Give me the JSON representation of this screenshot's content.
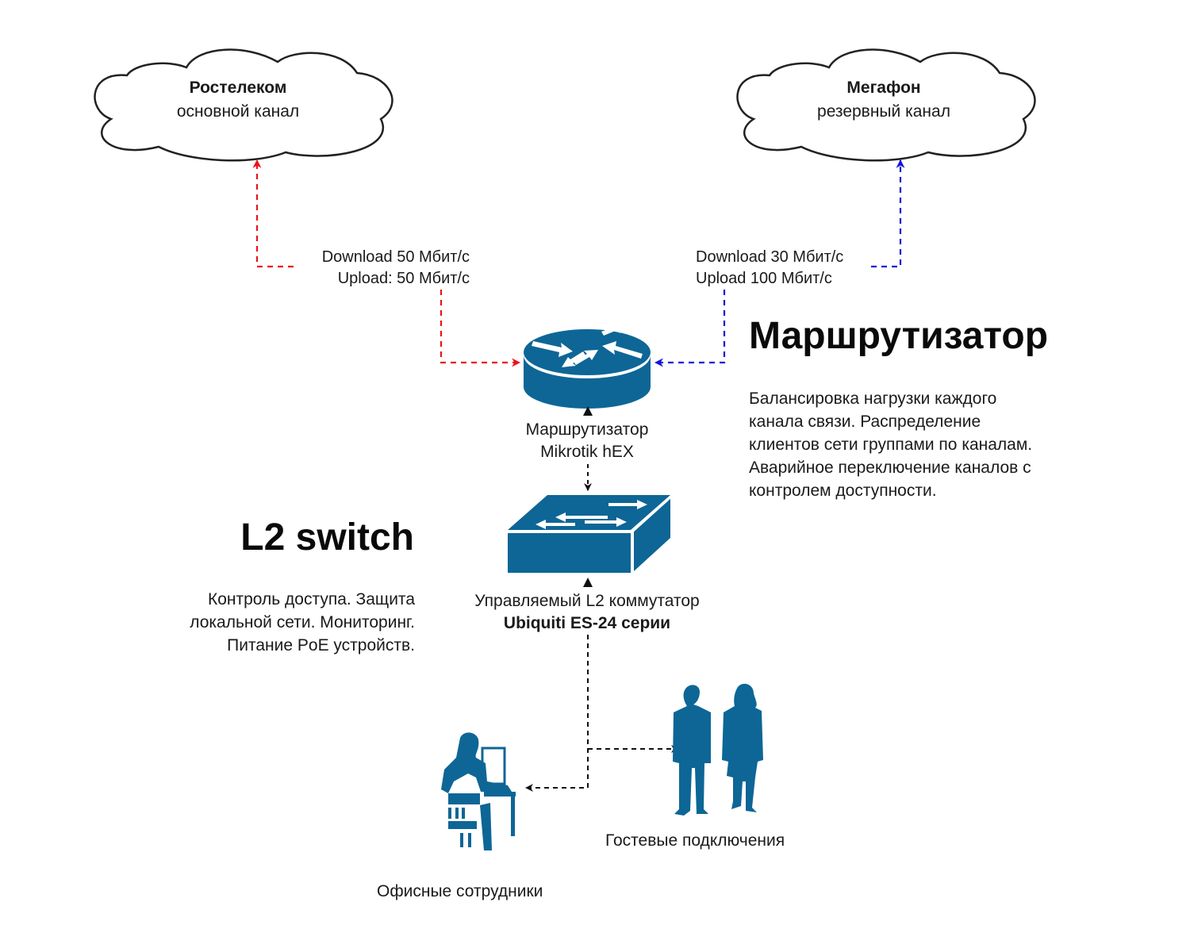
{
  "colors": {
    "device_blue": "#0d6696",
    "primary_link": "#e8141b",
    "backup_link": "#1414d8",
    "lan_link": "#111111"
  },
  "isp_primary": {
    "icon": "cloud-icon",
    "name": "Ростелеком",
    "role": "основной канал",
    "download": "Download 50 Мбит/с",
    "upload": "Upload: 50 Мбит/с"
  },
  "isp_backup": {
    "icon": "cloud-icon",
    "name": "Мегафон",
    "role": "резервный канал",
    "download": "Download 30 Мбит/с",
    "upload": "Upload 100 Мбит/с"
  },
  "router": {
    "icon": "router-icon",
    "label_line1": "Маршрутизатор",
    "label_line2": "Mikrotik hEX",
    "heading": "Маршрутизатор",
    "description": [
      "Балансировка нагрузки каждого",
      "канала связи. Распределение",
      "клиентов сети группами по каналам.",
      "Аварийное переключение каналов с",
      "контролем доступности."
    ]
  },
  "switch": {
    "icon": "switch-icon",
    "label_line1": "Управляемый L2 коммутатор",
    "label_line2": "Ubiquiti ES-24 серии",
    "heading": "L2 switch",
    "description": [
      "Контроль доступа. Защита",
      "локальной сети. Мониторинг.",
      "Питание PoE устройств."
    ]
  },
  "clients": {
    "office": {
      "icon": "office-worker-icon",
      "label": "Офисные сотрудники"
    },
    "guests": {
      "icon": "guest-users-icon",
      "label": "Гостевые подключения"
    }
  }
}
